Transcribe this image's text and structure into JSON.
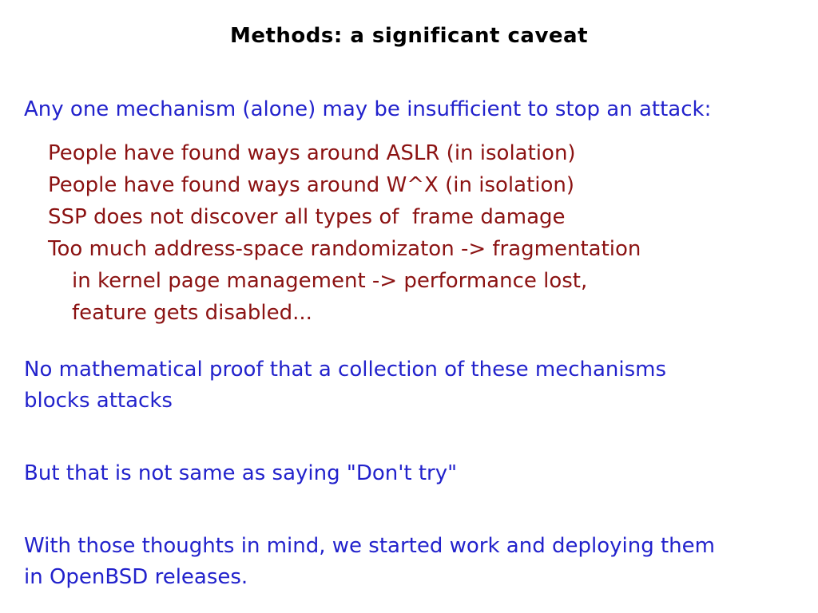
{
  "slide": {
    "title": "Methods: a significant caveat",
    "intro": "Any one mechanism (alone) may be insufficient to stop an attack:",
    "caveats": [
      {
        "text": "People have found ways around ASLR (in isolation)",
        "indent": 1
      },
      {
        "text": "People have found ways around W^X (in isolation)",
        "indent": 1
      },
      {
        "text": "SSP does not discover all types of  frame damage",
        "indent": 1
      },
      {
        "text": "Too much address-space randomizaton -> fragmentation",
        "indent": 1
      },
      {
        "text": "in kernel page management -> performance lost,",
        "indent": 2
      },
      {
        "text": "feature gets disabled...",
        "indent": 2
      }
    ],
    "paragraphs": {
      "no_proof": "No mathematical proof that a collection of these mechanisms\nblocks attacks",
      "dont_try": "But that is not same as saying \"Don't try\"",
      "openbsd": "With those thoughts in mind, we started work and deploying them\nin OpenBSD releases."
    },
    "colors": {
      "background": "#ffffff",
      "title": "#000000",
      "body_text": "#2222cc",
      "caveat_text": "#8b1212"
    }
  }
}
